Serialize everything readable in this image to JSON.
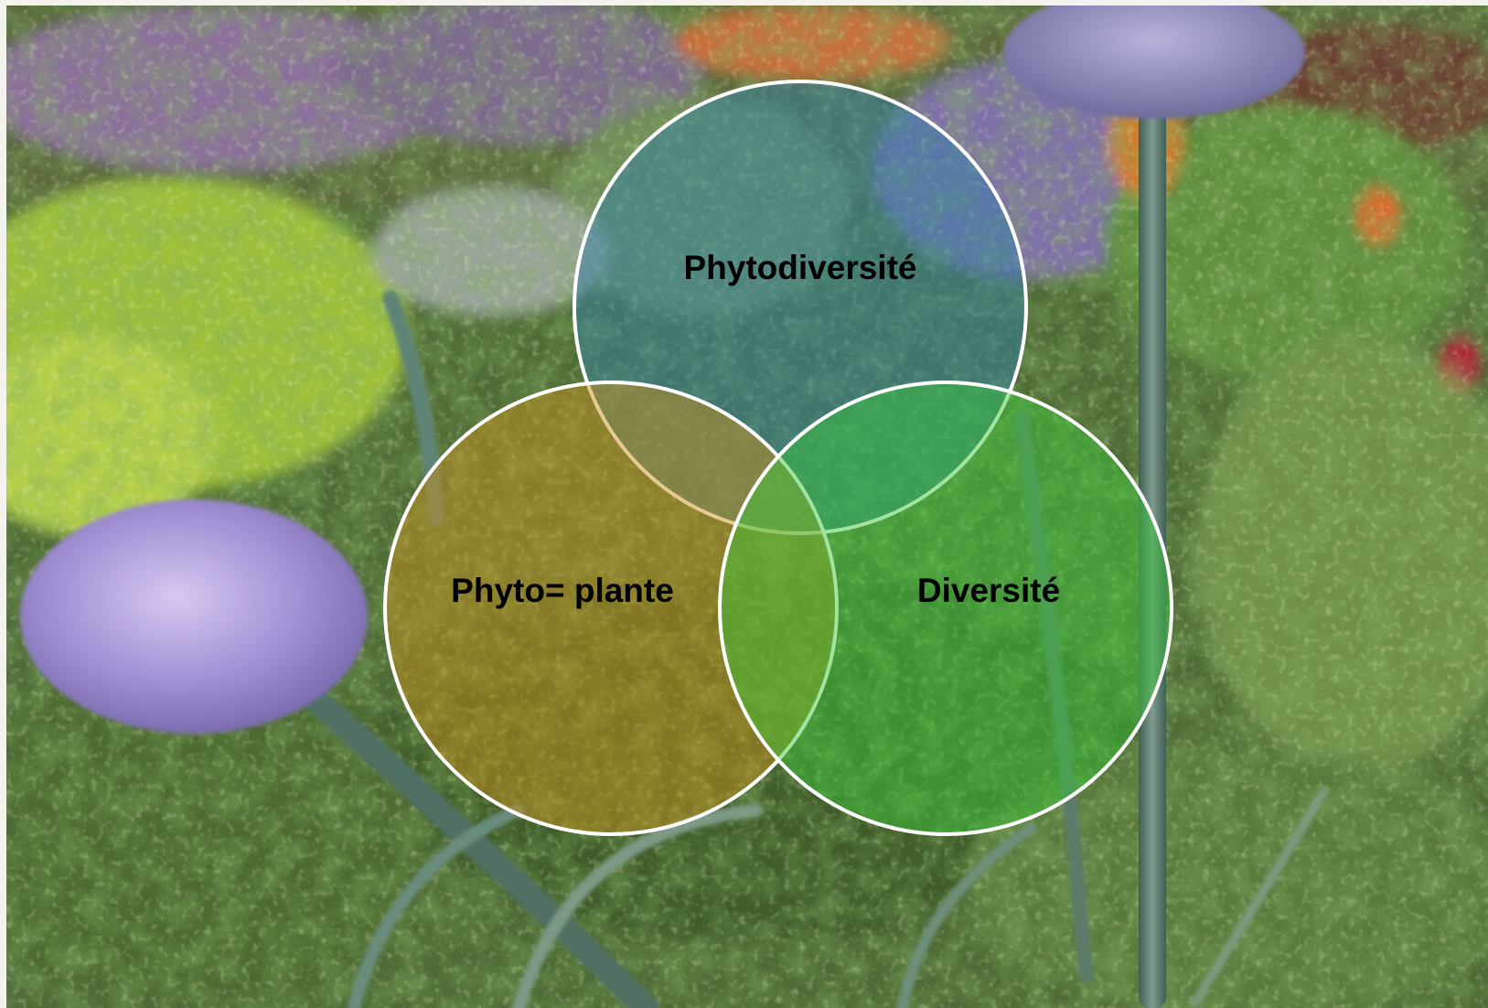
{
  "diagram": {
    "circles": [
      {
        "id": "top",
        "label": "Phytodiversité",
        "color": "#2f7fa8"
      },
      {
        "id": "left",
        "label": "Phyto= plante",
        "color": "#c8901e"
      },
      {
        "id": "right",
        "label": "Diversité",
        "color": "#3bc63b"
      }
    ],
    "outline_color": "#ffffff"
  }
}
